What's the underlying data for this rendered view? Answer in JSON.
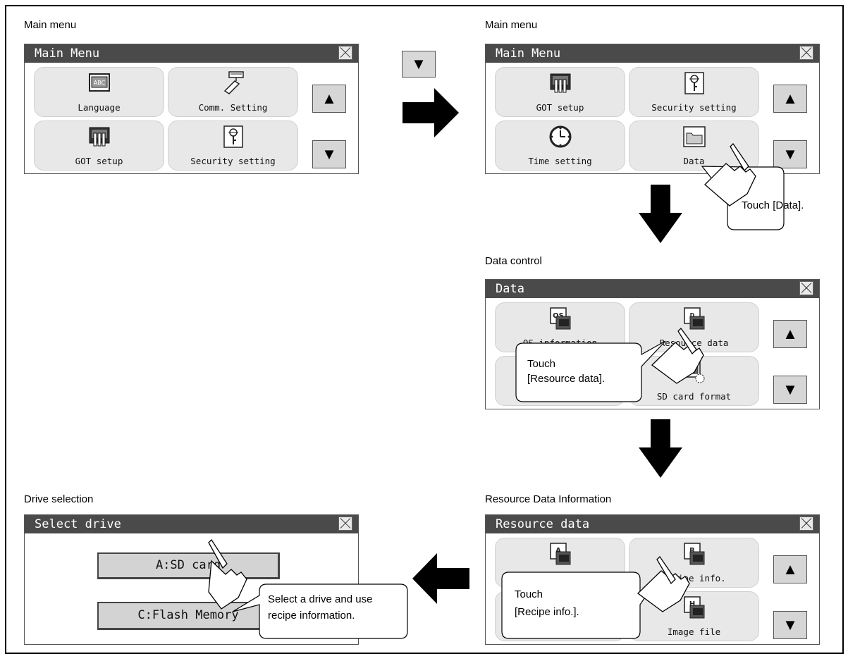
{
  "step1": {
    "caption": "Main menu",
    "title": "Main Menu",
    "tiles": [
      {
        "label": "Language",
        "icon": "language-icon"
      },
      {
        "label": "Comm. Setting",
        "icon": "comm-setting-icon"
      },
      {
        "label": "GOT setup",
        "icon": "got-setup-icon"
      },
      {
        "label": "Security setting",
        "icon": "security-key-icon"
      }
    ],
    "up_glyph": "▲",
    "down_glyph": "▼"
  },
  "scroll_hint_glyph": "▼",
  "step2": {
    "caption": "Main menu",
    "title": "Main Menu",
    "tiles": [
      {
        "label": "GOT setup",
        "icon": "got-setup-icon"
      },
      {
        "label": "Security setting",
        "icon": "security-key-icon"
      },
      {
        "label": "Time setting",
        "icon": "clock-icon"
      },
      {
        "label": "Data",
        "icon": "folder-icon"
      }
    ],
    "up_glyph": "▲",
    "down_glyph": "▼",
    "callout": "Touch [Data]."
  },
  "step3": {
    "caption": "Data control",
    "title": "Data",
    "tiles": [
      {
        "label": "OS information",
        "icon": "os-icon"
      },
      {
        "label": "Resource data",
        "icon": "resource-data-icon"
      },
      {
        "label": "",
        "icon": ""
      },
      {
        "label": "SD card format",
        "icon": "sd-card-icon"
      }
    ],
    "up_glyph": "▲",
    "down_glyph": "▼",
    "callout_line1": "Touch",
    "callout_line2": "[Resource data]."
  },
  "step4": {
    "caption": "Resource Data Information",
    "title": "Resource data",
    "tiles": [
      {
        "label": "",
        "icon": "alarm-file-icon"
      },
      {
        "label": "Recipe info.",
        "icon": "recipe-icon"
      },
      {
        "label": "",
        "icon": ""
      },
      {
        "label": "Image file",
        "icon": "image-file-icon"
      }
    ],
    "up_glyph": "▲",
    "down_glyph": "▼",
    "callout_line1": "Touch",
    "callout_line2": "[Recipe info.]."
  },
  "step5": {
    "caption": "Drive selection",
    "title": "Select drive",
    "drive_a": "A:SD card",
    "drive_c": "C:Flash Memory",
    "callout_line1": "Select a drive and use",
    "callout_line2": "recipe information."
  },
  "colors": {
    "titlebar": "#4a4a4a",
    "tile": "#e8e8e8",
    "button": "#d6d6d6",
    "arrow": "#000000"
  }
}
